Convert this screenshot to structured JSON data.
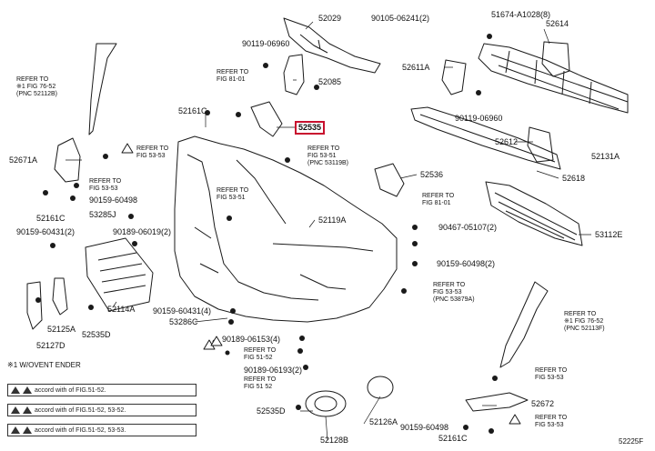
{
  "diagram_id": "52225F",
  "labels": {
    "p52029": "52029",
    "p90105": "90105-06241(2)",
    "p51674": "51674-A1028(8)",
    "p52614": "52614",
    "p90119a": "90119-06960",
    "p52611a": "52611A",
    "p52085": "52085",
    "p52161c_top": "52161C",
    "p52535": "52535",
    "p90119b": "90119-06960",
    "p52612": "52612",
    "p52131a": "52131A",
    "p52618": "52618",
    "p52671a": "52671A",
    "p52536": "52536",
    "p90159a": "90159-60498",
    "p52161c_left": "52161C",
    "p53285j": "53285J",
    "p52119a": "52119A",
    "p90467": "90467-05107(2)",
    "p53112e": "53112E",
    "p90159b": "90159-60431(2)",
    "p90189a": "90189-06019(2)",
    "p90159c": "90159-60498(2)",
    "p52114a": "52114A",
    "p90159d": "90159-60431(4)",
    "p53286c": "53286C",
    "p52125a": "52125A",
    "p52535d": "52535D",
    "p52127d": "52127D",
    "p90189b": "90189-06153(4)",
    "p90189c": "90189-06193(2)",
    "p52535d2": "52535D",
    "p52126a": "52126A",
    "p52672": "52672",
    "p90159e": "90159-60498",
    "p52161c_bot": "52161C",
    "p52128b": "52128B",
    "p52225f": "52225F"
  },
  "refs": {
    "r1": [
      "REFER TO",
      "※1 FIG 76-52",
      "(PNC 52112B)"
    ],
    "r2": [
      "REFER TO",
      "FIG 81-01"
    ],
    "r3": [
      "REFER TO",
      "FIG 53-51",
      "(PNC 53119B)"
    ],
    "r4": [
      "REFER TO",
      "FIG 53-53"
    ],
    "r5": [
      "REFER TO",
      "FIG 53-53"
    ],
    "r6": [
      "REFER TO",
      "FIG 53-51"
    ],
    "r7": [
      "REFER TO",
      "FIG 81-01"
    ],
    "r8": [
      "REFER TO",
      "FIG 53-53",
      "(PNC 53879A)"
    ],
    "r9": [
      "REFER TO",
      "※1 FIG 76-52",
      "(PNC 52113F)"
    ],
    "r10": [
      "REFER TO",
      "FIG 51-52"
    ],
    "r11": [
      "REFER TO",
      "FIG 51 52"
    ],
    "r12": [
      "REFER TO",
      "FIG 53-53"
    ],
    "r13": [
      "REFER TO",
      "FIG 53-53"
    ]
  },
  "note": "※1 W/OVENT ENDER",
  "legend": [
    "accord with   of FIG.51-52.",
    "accord with   of FIG.51-52, 53-52.",
    "accord with   of FIG.51-52, 53-53."
  ],
  "colors": {
    "line": "#1a1a1a",
    "highlight": "#c8102e"
  }
}
